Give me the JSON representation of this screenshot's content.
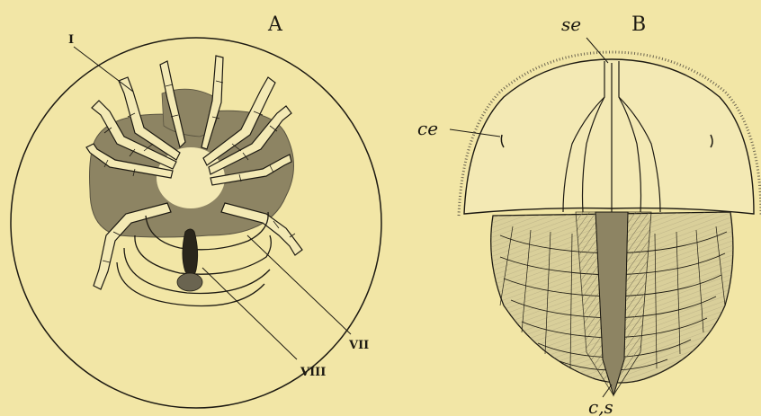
{
  "figure": {
    "panel_a": {
      "letter": "A",
      "labels": {
        "appendage": "I",
        "segment_7": "VII",
        "segment_8": "VIII"
      }
    },
    "panel_b": {
      "letter": "B",
      "labels": {
        "top": "se",
        "side": "ce",
        "bottom": "c,s"
      }
    }
  },
  "colors": {
    "background": "#f2e6a6",
    "ink": "#1d1a12",
    "shade": "#8d8463",
    "light_shade": "#d9cf9a"
  }
}
